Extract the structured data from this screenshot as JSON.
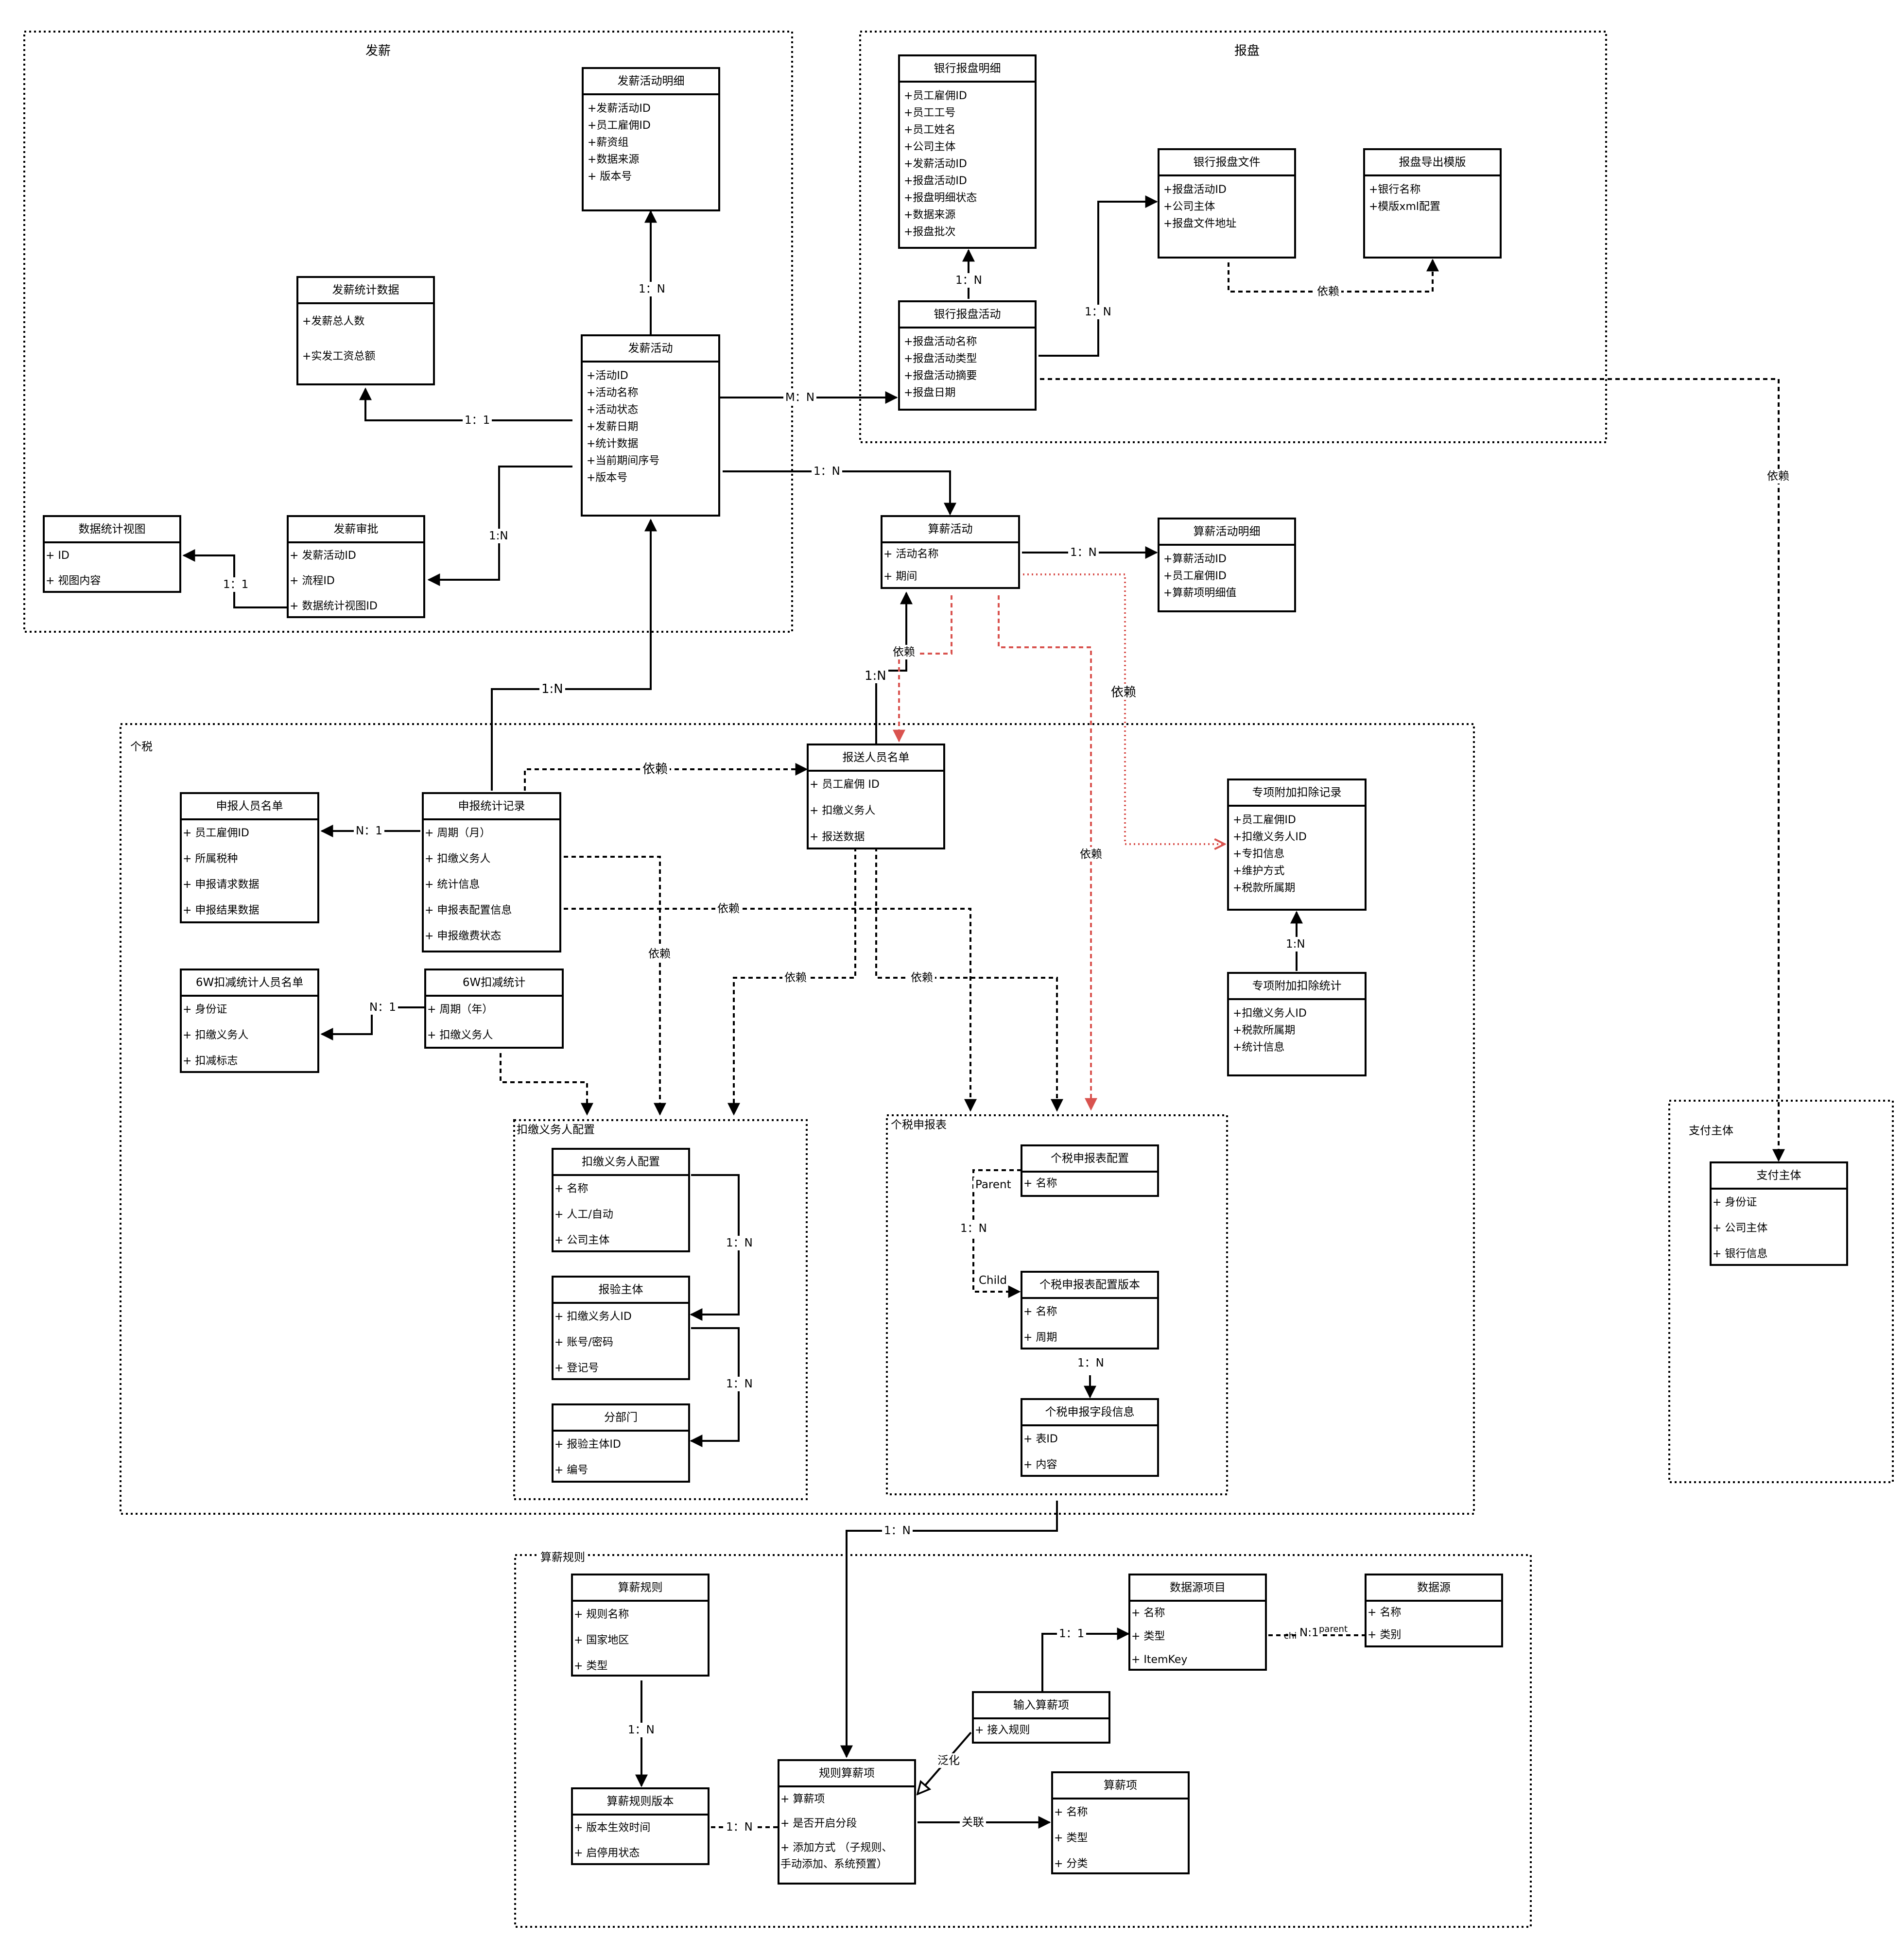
{
  "groups": {
    "payroll": "发薪",
    "bank": "报盘",
    "tax": "个税",
    "withholding": "扣缴义务人配置",
    "tax_report": "个税申报表",
    "pay_subject": "支付主体",
    "rules": "算薪规则"
  },
  "entities": {
    "pay_activity_detail": {
      "title": "发薪活动明细",
      "fields": [
        "+发薪活动ID",
        "+员工雇佣ID",
        "+薪资组",
        "+数据来源",
        "+ 版本号"
      ]
    },
    "pay_stats": {
      "title": "发薪统计数据",
      "fields": [
        "+发薪总人数",
        "+实发工资总额"
      ]
    },
    "pay_activity": {
      "title": "发薪活动",
      "fields": [
        "+活动ID",
        "+活动名称",
        "+活动状态",
        "+发薪日期",
        "+统计数据",
        "+当前期间序号",
        "+版本号"
      ]
    },
    "data_view": {
      "title": "数据统计视图",
      "fields": [
        "+ ID",
        "+ 视图内容"
      ]
    },
    "pay_approval": {
      "title": "发薪审批",
      "fields": [
        "+ 发薪活动ID",
        "+ 流程ID",
        "+ 数据统计视图ID"
      ]
    },
    "bank_detail": {
      "title": "银行报盘明细",
      "fields": [
        "+员工雇佣ID",
        "+员工工号",
        "+员工姓名",
        "+公司主体",
        "+发薪活动ID",
        "+报盘活动ID",
        "+报盘明细状态",
        "+数据来源",
        "+报盘批次"
      ]
    },
    "bank_file": {
      "title": "银行报盘文件",
      "fields": [
        "+报盘活动ID",
        "+公司主体",
        "+报盘文件地址"
      ]
    },
    "bank_template": {
      "title": "报盘导出模版",
      "fields": [
        "+银行名称",
        "+模版xml配置"
      ]
    },
    "bank_activity": {
      "title": "银行报盘活动",
      "fields": [
        "+报盘活动名称",
        "+报盘活动类型",
        "+报盘活动摘要",
        "+报盘日期"
      ]
    },
    "calc_activity": {
      "title": "算薪活动",
      "fields": [
        "+ 活动名称",
        "+ 期间"
      ]
    },
    "calc_detail": {
      "title": "算薪活动明细",
      "fields": [
        "+算薪活动ID",
        "+员工雇佣ID",
        "+算薪项明细值"
      ]
    },
    "declarant_list": {
      "title": "申报人员名单",
      "fields": [
        "+ 员工雇佣ID",
        "+ 所属税种",
        "+ 申报请求数据",
        "+ 申报结果数据"
      ]
    },
    "declare_stats": {
      "title": "申报统计记录",
      "fields": [
        "+ 周期（月）",
        "+ 扣缴义务人",
        "+ 统计信息",
        "+ 申报表配置信息",
        "+ 申报缴费状态"
      ]
    },
    "submit_list": {
      "title": "报送人员名单",
      "fields": [
        "+ 员工雇佣 ID",
        "+ 扣缴义务人",
        "+ 报送数据"
      ]
    },
    "special_record": {
      "title": "专项附加扣除记录",
      "fields": [
        "+员工雇佣ID",
        "+扣缴义务人ID",
        "+专扣信息",
        "+维护方式",
        "+税款所属期"
      ]
    },
    "special_stats": {
      "title": "专项附加扣除统计",
      "fields": [
        "+扣缴义务人ID",
        "+税款所属期",
        "+统计信息"
      ]
    },
    "w6_list": {
      "title": "6W扣减统计人员名单",
      "fields": [
        "+ 身份证",
        "+ 扣缴义务人",
        "+ 扣减标志"
      ]
    },
    "w6_stats": {
      "title": "6W扣减统计",
      "fields": [
        "+ 周期（年）",
        "+ 扣缴义务人"
      ]
    },
    "withholder_cfg": {
      "title": "扣缴义务人配置",
      "fields": [
        "+ 名称",
        "+ 人工/自动",
        "+ 公司主体"
      ]
    },
    "verify_subject": {
      "title": "报验主体",
      "fields": [
        "+ 扣缴义务人ID",
        "+ 账号/密码",
        "+ 登记号"
      ]
    },
    "branch": {
      "title": "分部门",
      "fields": [
        "+ 报验主体ID",
        "+ 编号"
      ]
    },
    "tax_form_cfg": {
      "title": "个税申报表配置",
      "fields": [
        "+ 名称"
      ]
    },
    "tax_form_ver": {
      "title": "个税申报表配置版本",
      "fields": [
        "+ 名称",
        "+ 周期"
      ]
    },
    "tax_field": {
      "title": "个税申报字段信息",
      "fields": [
        "+ 表ID",
        "+ 内容"
      ]
    },
    "pay_subject": {
      "title": "支付主体",
      "fields": [
        "+ 身份证",
        "+ 公司主体",
        "+ 银行信息"
      ]
    },
    "calc_rule": {
      "title": "算薪规则",
      "fields": [
        "+ 规则名称",
        "+ 国家地区",
        "+ 类型"
      ]
    },
    "ds_item": {
      "title": "数据源项目",
      "fields": [
        "+ 名称",
        "+ 类型",
        "+ ItemKey"
      ]
    },
    "datasource": {
      "title": "数据源",
      "fields": [
        "+ 名称",
        "+ 类别"
      ]
    },
    "input_item": {
      "title": "输入算薪项",
      "fields": [
        "+ 接入规则"
      ]
    },
    "rule_version": {
      "title": "算薪规则版本",
      "fields": [
        "+ 版本生效时间",
        "+ 启停用状态"
      ]
    },
    "rule_item": {
      "title": "规则算薪项",
      "fields": [
        "+ 算薪项",
        "+ 是否开启分段",
        "+ 添加方式 （子规则、",
        "手动添加、系统预置）"
      ]
    },
    "calc_item": {
      "title": "算薪项",
      "fields": [
        "+ 名称",
        "+ 类型",
        "+ 分类"
      ]
    }
  },
  "relations": {
    "r_1n_detail": "1：N",
    "r_11_stats": "1：1",
    "r_mn_bank": "M：N",
    "r_1n_calc": "1：N",
    "r_1n_approval": "1:N",
    "r_11_view": "1：1",
    "r_1n_bankdetail": "1：N",
    "r_1n_bankfile": "1：N",
    "r_dep_template": "依赖",
    "r_dep_paysubject": "依赖",
    "r_1n_calcdetail": "1：N",
    "r_dep_calc_submit": "依赖",
    "r_1n_submit_calc": "1:N",
    "r_dep_special": "依赖",
    "r_dep_red_form": "依赖",
    "r_1n_stats_pay": "1:N",
    "r_dep_stats_submit": "依赖",
    "r_n1_declarant": "N：1",
    "r_dep_stats_form": "依赖",
    "r_dep_stats_cfg": "依赖",
    "r_dep_submit_cfg": "依赖",
    "r_dep_submit_form": "依赖",
    "r_1n_special": "1:N",
    "r_n1_w6": "N：1",
    "r_1n_cfg_verify": "1：N",
    "r_1n_verify_branch": "1：N",
    "r_parent": "Parent",
    "r_1n_form_ver": "1：N",
    "r_child": "Child",
    "r_1n_ver_field": "1：N",
    "r_1n_rules": "1：N",
    "r_11_dsitem": "1：1",
    "r_child_ds": "child",
    "r_n1_ds": "N:1",
    "r_parent_ds": "parent",
    "r_1n_rule_ver": "1：N",
    "r_1n_ver_item": "1：N",
    "r_generalize": "泛化",
    "r_assoc": "关联"
  }
}
